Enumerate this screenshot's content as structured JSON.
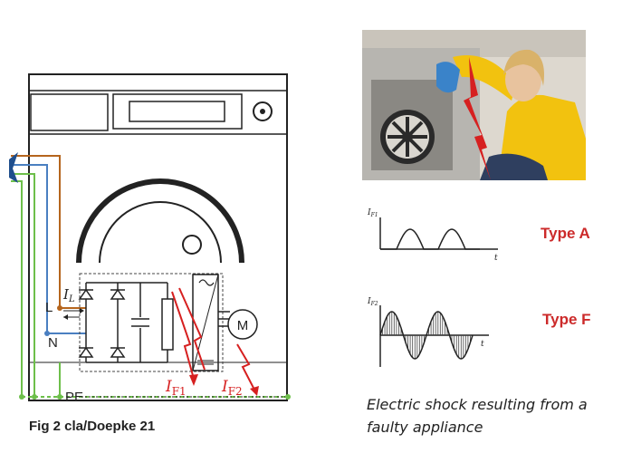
{
  "diagram": {
    "labels": {
      "il": "I",
      "il_sub": "L",
      "l": "L",
      "n": "N",
      "pe": "PE",
      "motor": "M",
      "if1": "I",
      "if1_sub": "F1",
      "if2": "I",
      "if2_sub": "F2"
    },
    "caption": "Fig 2  cla/Doepke 21"
  },
  "graphs": {
    "type_a": {
      "ylabel": "I",
      "ylabel_sub": "F1",
      "xlabel": "t",
      "label": "Type A"
    },
    "type_f": {
      "ylabel": "I",
      "ylabel_sub": "F2",
      "xlabel": "t",
      "label": "Type F"
    }
  },
  "photo_caption": "Electric shock resulting from a faulty appliance",
  "colors": {
    "brown_wire": "#b5651d",
    "blue_wire": "#4a7fc1",
    "green_wire": "#6dbf4a",
    "red": "#d62020",
    "label_red": "#cc2a2a"
  }
}
